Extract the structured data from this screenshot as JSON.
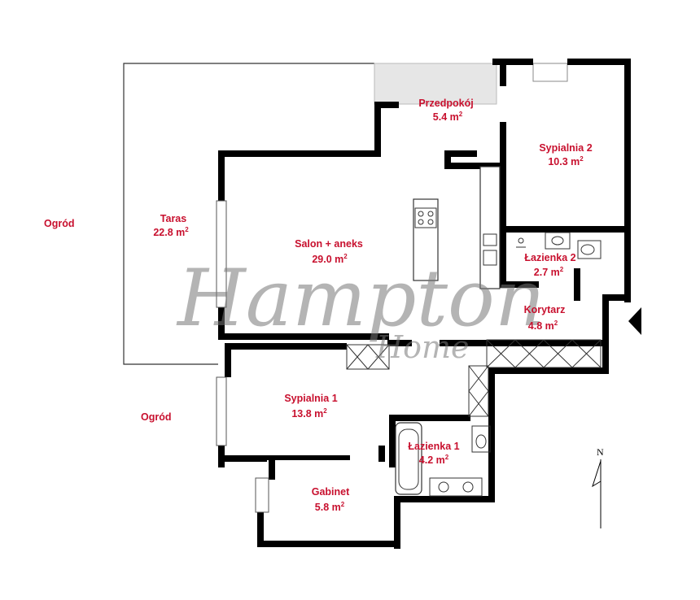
{
  "watermark": {
    "brand": "Hampton",
    "sub": "Home"
  },
  "compass": {
    "north_label": "N"
  },
  "outside": {
    "garden_1": "Ogród",
    "garden_2": "Ogród"
  },
  "rooms": {
    "taras": {
      "name": "Taras",
      "area": "22.8 m",
      "exp": "2"
    },
    "przedpokoj": {
      "name": "Przedpokój",
      "area": "5.4 m",
      "exp": "2"
    },
    "sypialnia2": {
      "name": "Sypialnia 2",
      "area": "10.3 m",
      "exp": "2"
    },
    "salon": {
      "name": "Salon + aneks",
      "area": "29.0 m",
      "exp": "2"
    },
    "lazienka2": {
      "name": "Łazienka 2",
      "area": "2.7 m",
      "exp": "2"
    },
    "korytarz": {
      "name": "Korytarz",
      "area": "4.8 m",
      "exp": "2"
    },
    "sypialnia1": {
      "name": "Sypialnia 1",
      "area": "13.8 m",
      "exp": "2"
    },
    "lazienka1": {
      "name": "Łazienka 1",
      "area": "4.2 m",
      "exp": "2"
    },
    "gabinet": {
      "name": "Gabinet",
      "area": "5.8 m",
      "exp": "2"
    }
  }
}
